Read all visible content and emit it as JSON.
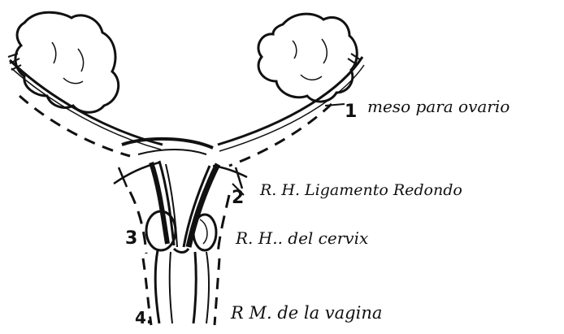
{
  "labels": [
    {
      "number": "1",
      "text": "meso para ovario"
    },
    {
      "number": "2",
      "text": "R. H. Ligamento Redondo"
    },
    {
      "number": "3",
      "text": "R. H.. del cervix"
    },
    {
      "number": "4.",
      "text": "R M. de la vagina"
    }
  ],
  "ink_color": "#111111",
  "paper_color": "#ffffff"
}
